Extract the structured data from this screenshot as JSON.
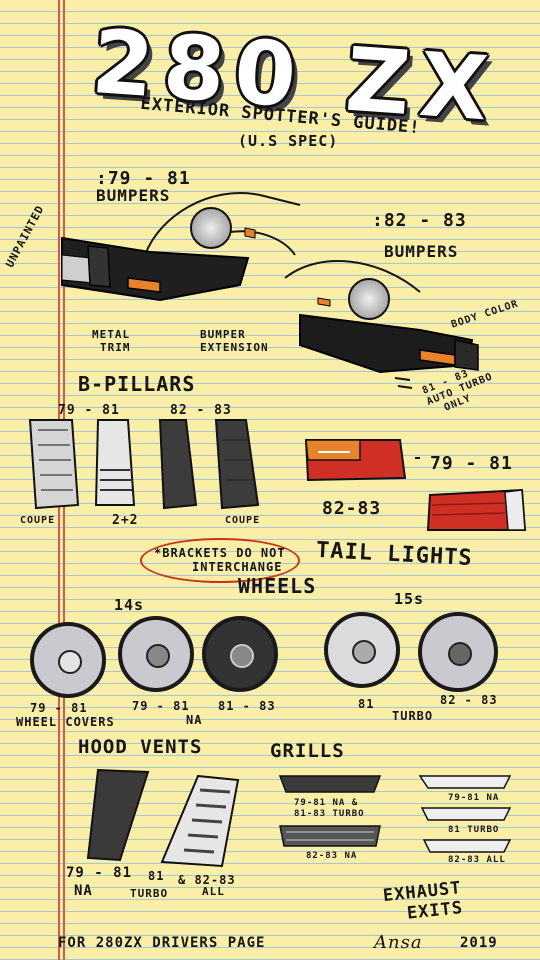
{
  "title": "280 ZX",
  "subtitle": "Exterior Spotter's Guide!",
  "spec": "(U.S Spec)",
  "bumpers": {
    "early_label": ":79 - 81",
    "early_sub": "Bumpers",
    "late_label": ":82 - 83",
    "late_sub": "Bumpers",
    "unpainted": "Unpainted",
    "metal_trim": [
      "Metal",
      "Trim"
    ],
    "bumper_extension": [
      "Bumper",
      "Extension"
    ],
    "body_color": "Body Color",
    "auto_turbo": [
      "81 - 83",
      "Auto Turbo",
      "Only"
    ]
  },
  "b_pillars": {
    "heading": "B-Pillars",
    "early_years": "79 - 81",
    "late_years": "82 - 83",
    "coupe": "Coupe",
    "two_plus_two": "2+2",
    "coupe2": "Coupe"
  },
  "tail_lights": {
    "early": "79 - 81",
    "late": "82-83",
    "heading": "Tail Lights",
    "brackets_note": [
      "*Brackets Do Not",
      "Interchange"
    ]
  },
  "wheels": {
    "heading": "Wheels",
    "size_14": "14s",
    "size_15": "15s",
    "labels": [
      "79 - 81",
      "79 - 81",
      "81 - 83",
      "81",
      "82 - 83"
    ],
    "wheel_covers": "Wheel Covers",
    "na": "NA",
    "turbo": "Turbo"
  },
  "hood_vents": {
    "heading": "Hood Vents",
    "left_years": "79 - 81",
    "left_type": "NA",
    "right_years": "81",
    "right_type": "Turbo",
    "right_years2": "& 82-83",
    "right_type2": "All"
  },
  "grills": {
    "heading": "Grills",
    "g1": [
      "79-81 NA &",
      "81-83 Turbo"
    ],
    "g2": "82-83 NA",
    "e1": "79-81 NA",
    "e2": "81 Turbo",
    "e3": "82-83 All",
    "exhaust": [
      "Exhaust",
      "Exits"
    ]
  },
  "footer": {
    "left": "For 280ZX Drivers Page",
    "signature": "Ansa",
    "year": "2019"
  },
  "colors": {
    "paper": "#fbeea6",
    "rule_line": "#a9c6d6",
    "margin_line": "#d45a4a",
    "ink": "#161616",
    "amber": "#e8832a",
    "red_lens": "#cf2f25",
    "note_circle": "#c8361f",
    "wheel_silver": "#c9c9cf",
    "dark_pillar": "#3c3c3c"
  }
}
